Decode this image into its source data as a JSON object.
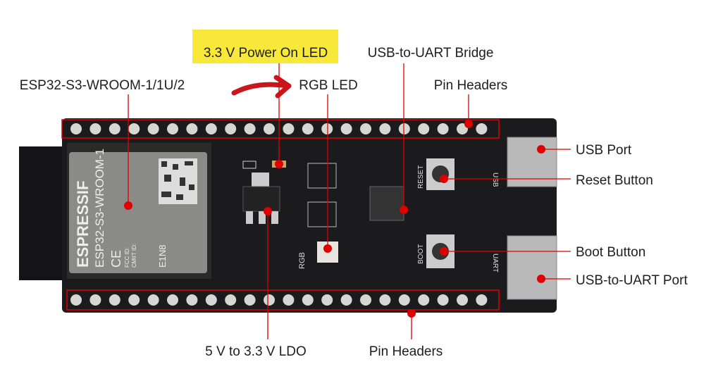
{
  "title": "ESP32-S3 development board component layout",
  "labels": {
    "power_led": "3.3 V Power On LED",
    "rgb_led": "RGB LED",
    "uart_bridge": "USB-to-UART Bridge",
    "pin_headers_top": "Pin Headers",
    "module": "ESP32-S3-WROOM-1/1U/2",
    "usb_port": "USB Port",
    "reset_button": "Reset Button",
    "boot_button": "Boot Button",
    "uart_port": "USB-to-UART Port",
    "ldo": "5 V to 3.3 V LDO",
    "pin_headers_bottom": "Pin Headers"
  },
  "board_text": {
    "brand": "ESPRESSIF",
    "module_name": "ESP32-S3-WROOM-1",
    "variant": "E1N8",
    "fcc": "FCC ID:",
    "cmiit": "CMIIT ID:",
    "ce": "CE",
    "reset": "RESET",
    "boot": "BOOT",
    "usb": "USB",
    "uart": "UART",
    "rgb": "RGB"
  },
  "colors": {
    "accent": "#e00000",
    "highlight": "#f7e83a",
    "board": "#1b1b1d",
    "arrow": "#c8161d"
  }
}
